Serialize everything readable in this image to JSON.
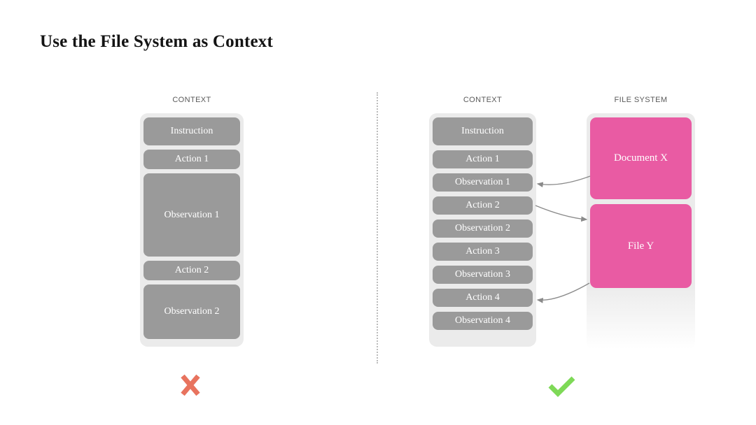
{
  "title": "Use the File System as Context",
  "left": {
    "header": "CONTEXT",
    "boxes": [
      "Instruction",
      "Action 1",
      "Observation 1",
      "Action 2",
      "Observation 2"
    ],
    "verdict": "fail"
  },
  "right": {
    "context_header": "CONTEXT",
    "context_boxes": [
      "Instruction",
      "Action 1",
      "Observation 1",
      "Action 2",
      "Observation 2",
      "Action 3",
      "Observation 3",
      "Action 4",
      "Observation 4"
    ],
    "file_system_header": "FILE SYSTEM",
    "file_system_boxes": [
      "Document X",
      "File Y"
    ],
    "verdict": "pass"
  },
  "connections": [
    {
      "from": "Document X",
      "to": "Observation 1"
    },
    {
      "from": "Action 2",
      "to": "File Y"
    },
    {
      "from": "File Y",
      "to": "Action 4"
    }
  ],
  "colors": {
    "box_gray": "#9a9a9a",
    "container_gray": "#ebebeb",
    "file_pink": "#e95ba3",
    "cross_red": "#e8735e",
    "check_green": "#7ed957",
    "arrow_gray": "#8a8a8a"
  }
}
